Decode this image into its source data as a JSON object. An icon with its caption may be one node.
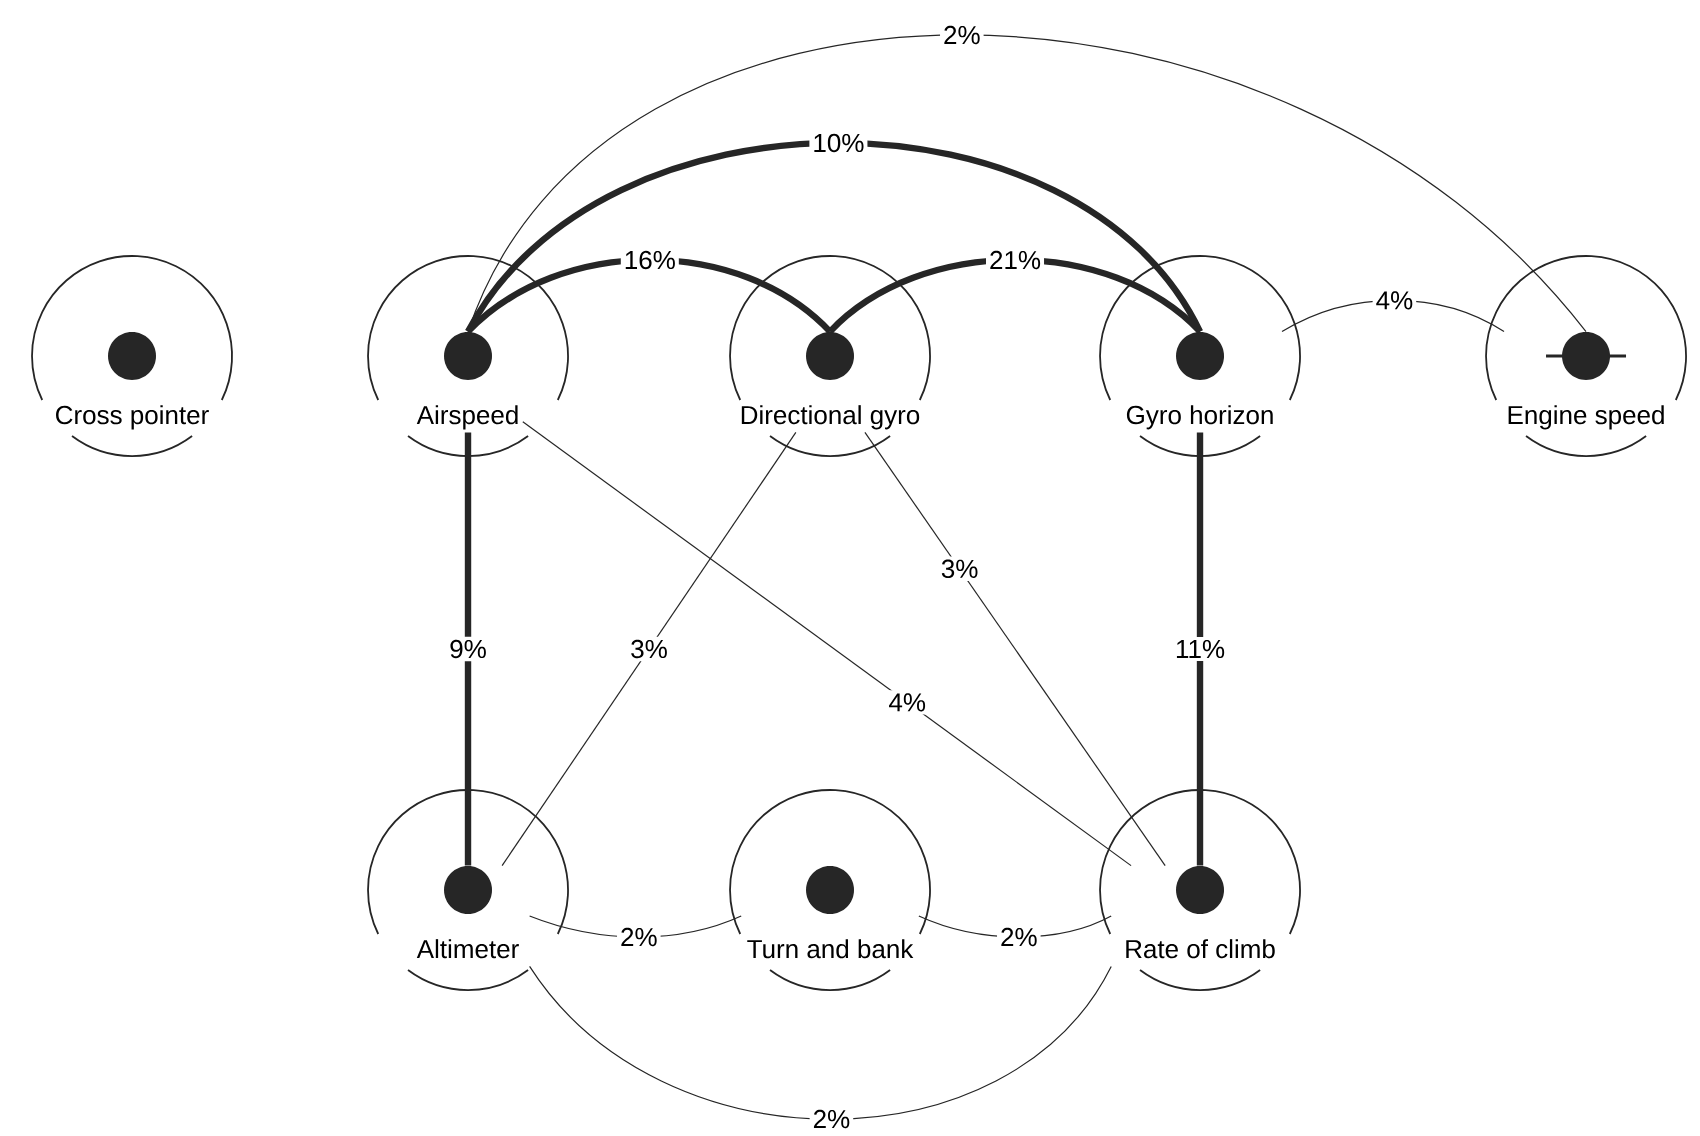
{
  "diagram": {
    "nodes": [
      {
        "text": [
          "Cross pointer"
        ]
      },
      {
        "text": [
          "Airspeed"
        ]
      },
      {
        "text": [
          "Directional gyro"
        ]
      },
      {
        "text": [
          "Gyro horizon"
        ]
      },
      {
        "text": [
          "Engine speed"
        ]
      },
      {
        "text": [
          "Altimeter"
        ]
      },
      {
        "text": [
          "Turn and bank"
        ]
      },
      {
        "text": [
          "Rate of climb"
        ]
      }
    ],
    "edges": [
      {
        "from": 1,
        "to": 4,
        "arrow": "none",
        "label": "2%"
      },
      {
        "from": 1,
        "to": 3,
        "arrow": "none",
        "label": "10%",
        "style": "thick"
      },
      {
        "from": 1,
        "to": 2,
        "arrow": "none",
        "label": "16%",
        "style": "thick"
      },
      {
        "from": 2,
        "to": 3,
        "arrow": "none",
        "label": "21%",
        "style": "thick"
      },
      {
        "from": 3,
        "to": 4,
        "arrow": "none",
        "label": "4%"
      },
      {
        "from": 1,
        "to": 5,
        "arrow": "none",
        "label": "9%",
        "style": "thick"
      },
      {
        "from": 2,
        "to": 5,
        "arrow": "none",
        "label": "3%"
      },
      {
        "from": 1,
        "to": 7,
        "arrow": "none",
        "label": "4%"
      },
      {
        "from": 2,
        "to": 7,
        "arrow": "none",
        "label": "3%"
      },
      {
        "from": 3,
        "to": 7,
        "arrow": "none",
        "label": "11%",
        "style": "thick"
      },
      {
        "from": 5,
        "to": 6,
        "arrow": "none",
        "label": "2%"
      },
      {
        "from": 6,
        "to": 7,
        "arrow": "none",
        "label": "2%"
      },
      {
        "from": 5,
        "to": 7,
        "arrow": "none",
        "label": "2%"
      }
    ]
  }
}
